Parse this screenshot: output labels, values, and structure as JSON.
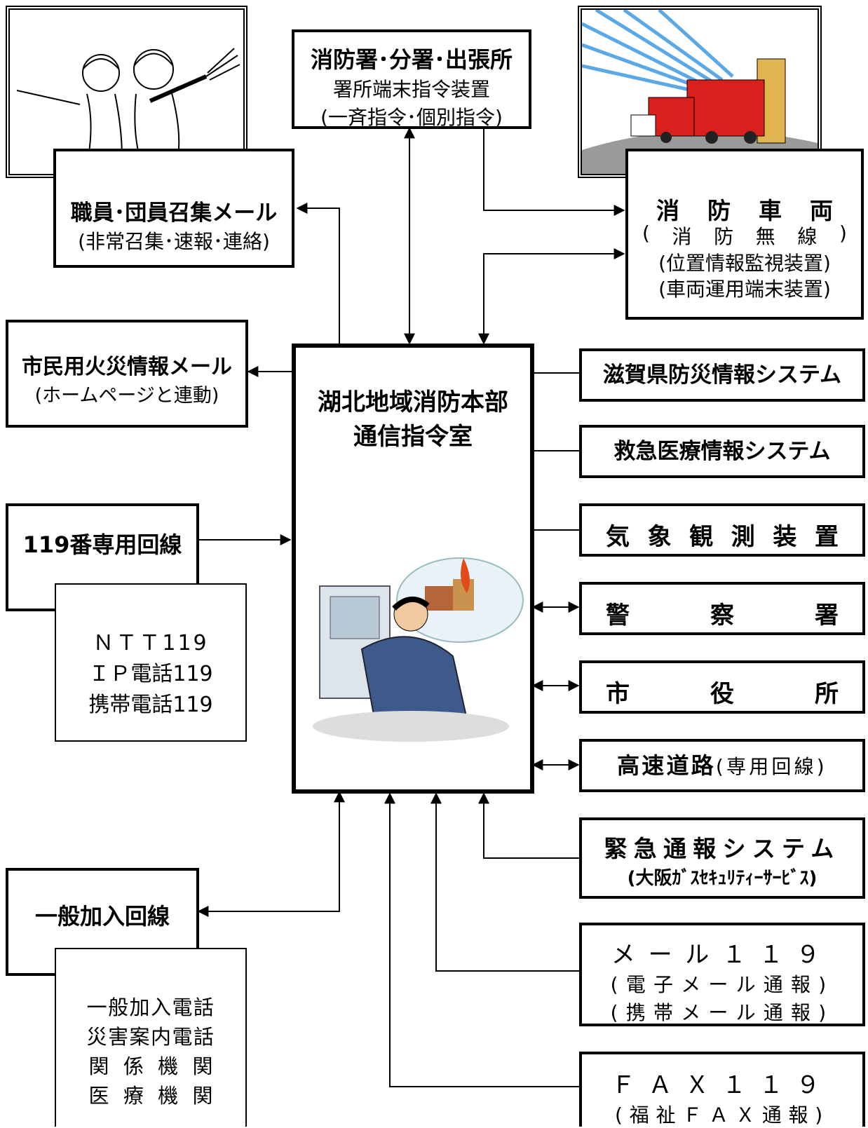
{
  "station": {
    "title": "消防署･分署･出張所",
    "line2": "署所端末指令装置",
    "line3": "(一斉指令･個別指令)"
  },
  "staff_mail": {
    "title": "職員･団員召集メール",
    "sub": "(非常召集･速報･連絡)"
  },
  "vehicles": {
    "title_chars": [
      "消",
      "防",
      "車",
      "両"
    ],
    "line2_chars": [
      "(",
      "消",
      "防",
      "無",
      "線",
      ")"
    ],
    "line3": "(位置情報監視装置)",
    "line4": "(車両運用端末装置)"
  },
  "citizen_mail": {
    "title": "市民用火災情報メール",
    "sub": "(ホームページと連動)"
  },
  "center": {
    "line1": "湖北地域消防本部",
    "line2": "通信指令室"
  },
  "line119": {
    "title": "119番専用回線",
    "items": [
      "ＮＴＴ119",
      "ＩＰ電話119",
      "携帯電話119"
    ]
  },
  "general": {
    "title": "一般加入回線",
    "items": [
      "一般加入電話",
      "災害案内電話",
      "関係機関",
      "医療機関"
    ]
  },
  "right": {
    "shiga": "滋賀県防災情報システム",
    "emergency_med": "救急医療情報システム",
    "weather_chars": [
      "気",
      "象",
      "観",
      "測",
      "装",
      "置"
    ],
    "police_chars": [
      "警",
      "察",
      "署"
    ],
    "city_chars": [
      "市",
      "役",
      "所"
    ],
    "highway": "高速道路",
    "highway_sub": "(専用回線)",
    "urgent": "緊急通報システム",
    "urgent_sub": "(大阪ｶﾞｽｾｷｭﾘﾃｨｰｻｰﾋﾞｽ)",
    "mail119": "メール１１９",
    "mail119_sub1": "(電子メール通報)",
    "mail119_sub2": "(携帯メール通報)",
    "fax119": "ＦＡＸ１１９",
    "fax119_sub": "(福祉ＦＡＸ通報)"
  }
}
